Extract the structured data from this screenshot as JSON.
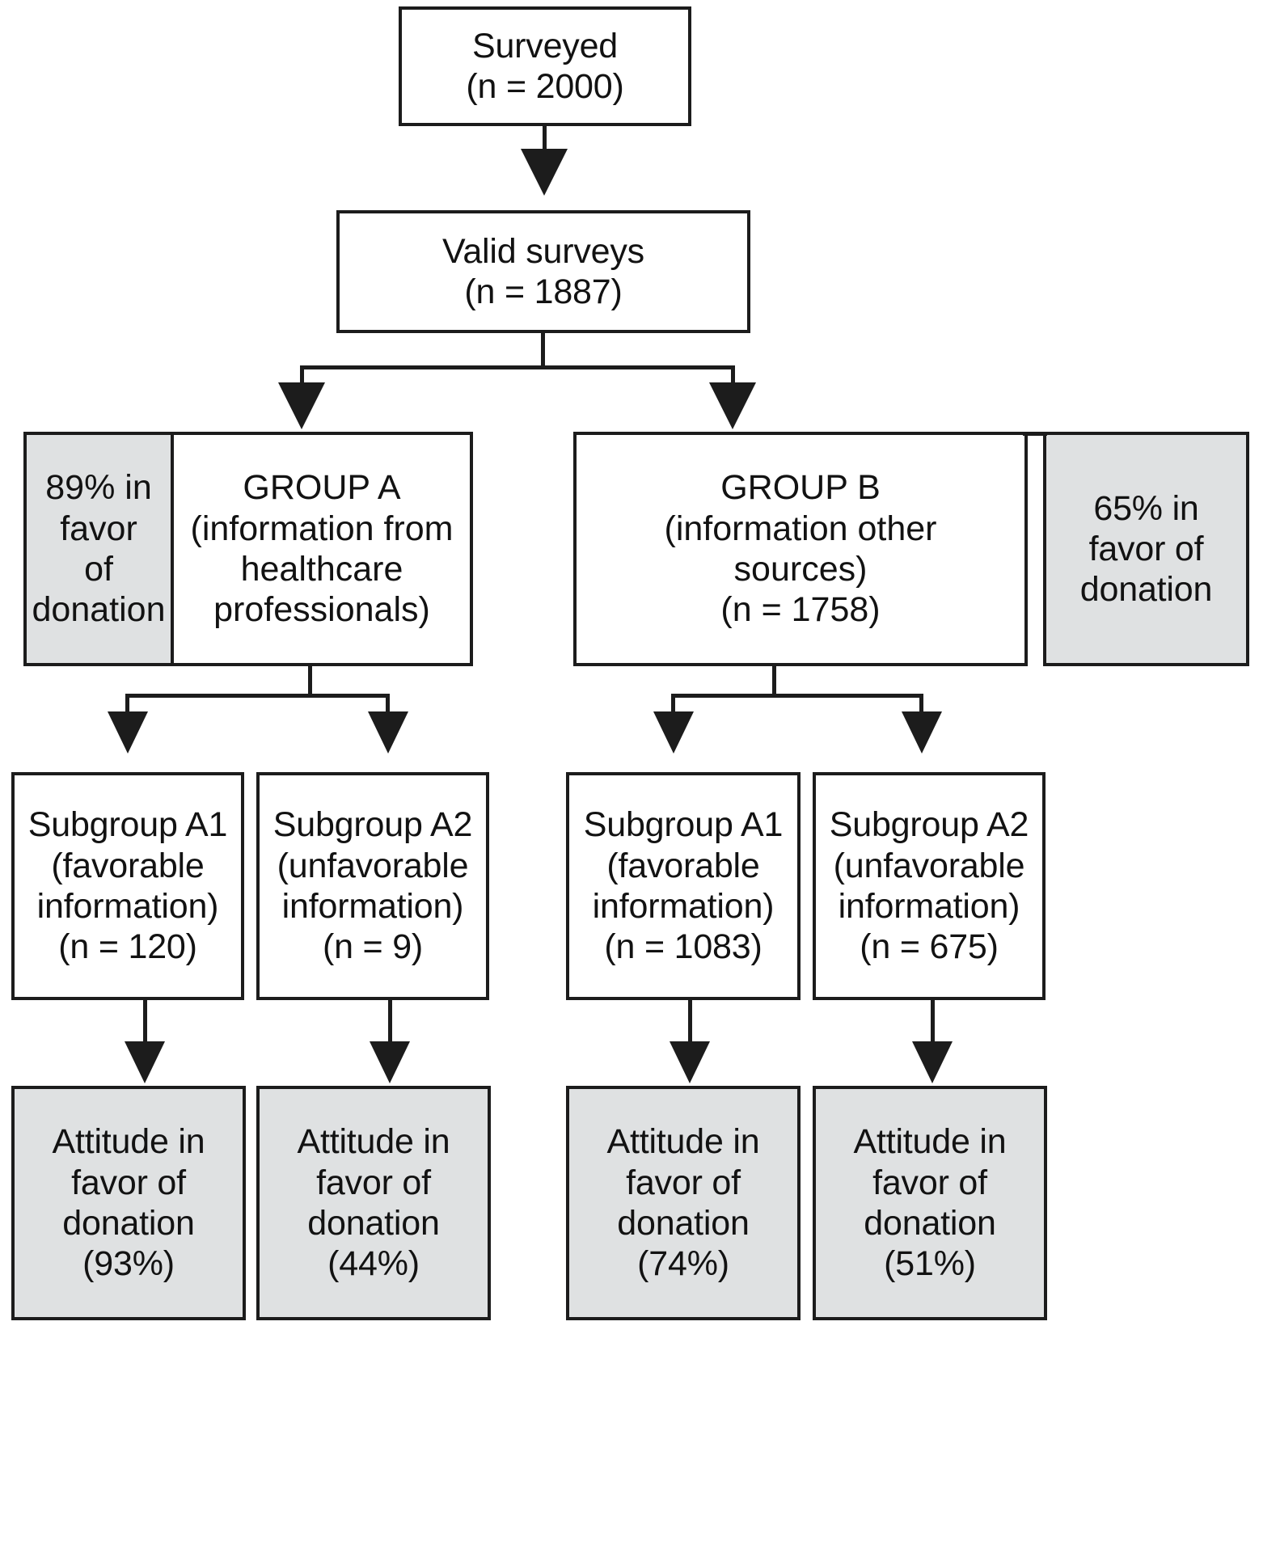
{
  "diagram": {
    "title": "Survey flow diagram of attitudes toward donation",
    "colors": {
      "line": "#1c1c1c",
      "box_fill": "#ffffff",
      "shaded_fill": "#dfe1e2",
      "text": "#121212",
      "background": "#ffffff"
    },
    "nodes": {
      "surveyed": {
        "line1": "Surveyed",
        "line2": "(n = 2000)"
      },
      "valid_surveys": {
        "line1": "Valid surveys",
        "line2": "(n = 1887)"
      },
      "group_a_stat": {
        "line1": "89% in",
        "line2": "favor",
        "line3": "of",
        "line4": "donation"
      },
      "group_a": {
        "line1": "GROUP A",
        "line2": "(information from",
        "line3": "healthcare",
        "line4": "professionals)"
      },
      "group_b": {
        "line1": "GROUP B",
        "line2": "(information other",
        "line3": "sources)",
        "line4": "(n = 1758)"
      },
      "group_b_stat": {
        "line1": "65% in",
        "line2": "favor of",
        "line3": "donation"
      },
      "subgroups": [
        {
          "line1": "Subgroup A1",
          "line2": "(favorable",
          "line3": "information)",
          "line4": "(n = 120)"
        },
        {
          "line1": "Subgroup A2",
          "line2": "(unfavorable",
          "line3": "information)",
          "line4": "(n = 9)"
        },
        {
          "line1": "Subgroup A1",
          "line2": "(favorable",
          "line3": "information)",
          "line4": "(n = 1083)"
        },
        {
          "line1": "Subgroup A2",
          "line2": "(unfavorable",
          "line3": "information)",
          "line4": "(n = 675)"
        }
      ],
      "attitudes": [
        {
          "line1": "Attitude in",
          "line2": "favor of",
          "line3": "donation",
          "line4": "(93%)"
        },
        {
          "line1": "Attitude in",
          "line2": "favor of",
          "line3": "donation",
          "line4": "(44%)"
        },
        {
          "line1": "Attitude in",
          "line2": "favor of",
          "line3": "donation",
          "line4": "(74%)"
        },
        {
          "line1": "Attitude in",
          "line2": "favor of",
          "line3": "donation",
          "line4": "(51%)"
        }
      ]
    },
    "chart_data": {
      "type": "table",
      "title": "Survey flow: attitudes in favor of donation",
      "columns": [
        "node",
        "n",
        "percent_in_favor"
      ],
      "rows": [
        [
          "Surveyed",
          2000,
          null
        ],
        [
          "Valid surveys",
          1887,
          null
        ],
        [
          "GROUP A (information from healthcare professionals)",
          null,
          89
        ],
        [
          "GROUP B (information other sources)",
          1758,
          65
        ],
        [
          "Group A - Subgroup A1 (favorable information)",
          120,
          93
        ],
        [
          "Group A - Subgroup A2 (unfavorable information)",
          9,
          44
        ],
        [
          "Group B - Subgroup A1 (favorable information)",
          1083,
          74
        ],
        [
          "Group B - Subgroup A2 (unfavorable information)",
          675,
          51
        ]
      ]
    }
  }
}
